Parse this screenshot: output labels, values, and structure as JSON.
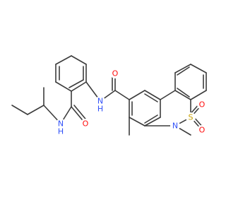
{
  "molecule": {
    "atoms": [
      {
        "id": "n_amide1",
        "text": "N",
        "sub": "H",
        "color": "#3050f8"
      },
      {
        "id": "o_amide1",
        "text": "O",
        "color": "#ff0d0d"
      },
      {
        "id": "n_amide2",
        "text": "N",
        "sub": "H",
        "color": "#3050f8"
      },
      {
        "id": "o_amide2",
        "text": "O",
        "color": "#ff0d0d"
      },
      {
        "id": "n_ring",
        "text": "N",
        "color": "#3050f8"
      },
      {
        "id": "s_ring",
        "text": "S",
        "color": "#c8a000"
      },
      {
        "id": "o_sulfonyl1",
        "text": "O",
        "color": "#ff0d0d"
      },
      {
        "id": "o_sulfonyl2",
        "text": "O",
        "color": "#ff0d0d"
      }
    ],
    "bond_color": "#3c3c3c",
    "background": "#ffffff"
  }
}
